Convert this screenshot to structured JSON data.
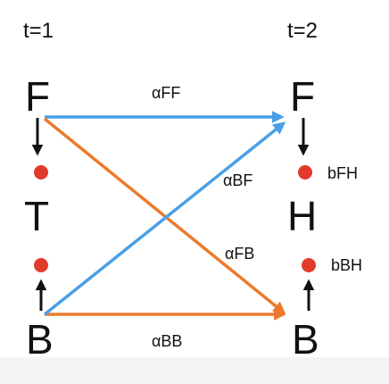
{
  "time_labels": {
    "left": "t=1",
    "right": "t=2"
  },
  "states_left": {
    "top": "F",
    "middle": "T",
    "bottom": "B"
  },
  "states_right": {
    "top": "F",
    "middle": "H",
    "bottom": "B"
  },
  "transitions": {
    "ff": "αFF",
    "bf": "αBF",
    "fb": "αFB",
    "bb": "αBB"
  },
  "emissions": {
    "f_to_h": "bFH",
    "b_to_h": "bBH"
  },
  "colors": {
    "blue_arrow": "#4a9fe8",
    "orange_arrow": "#ec7a2c",
    "red_dot": "#e23a2a",
    "text": "#111111",
    "black_arrow": "#111111"
  }
}
